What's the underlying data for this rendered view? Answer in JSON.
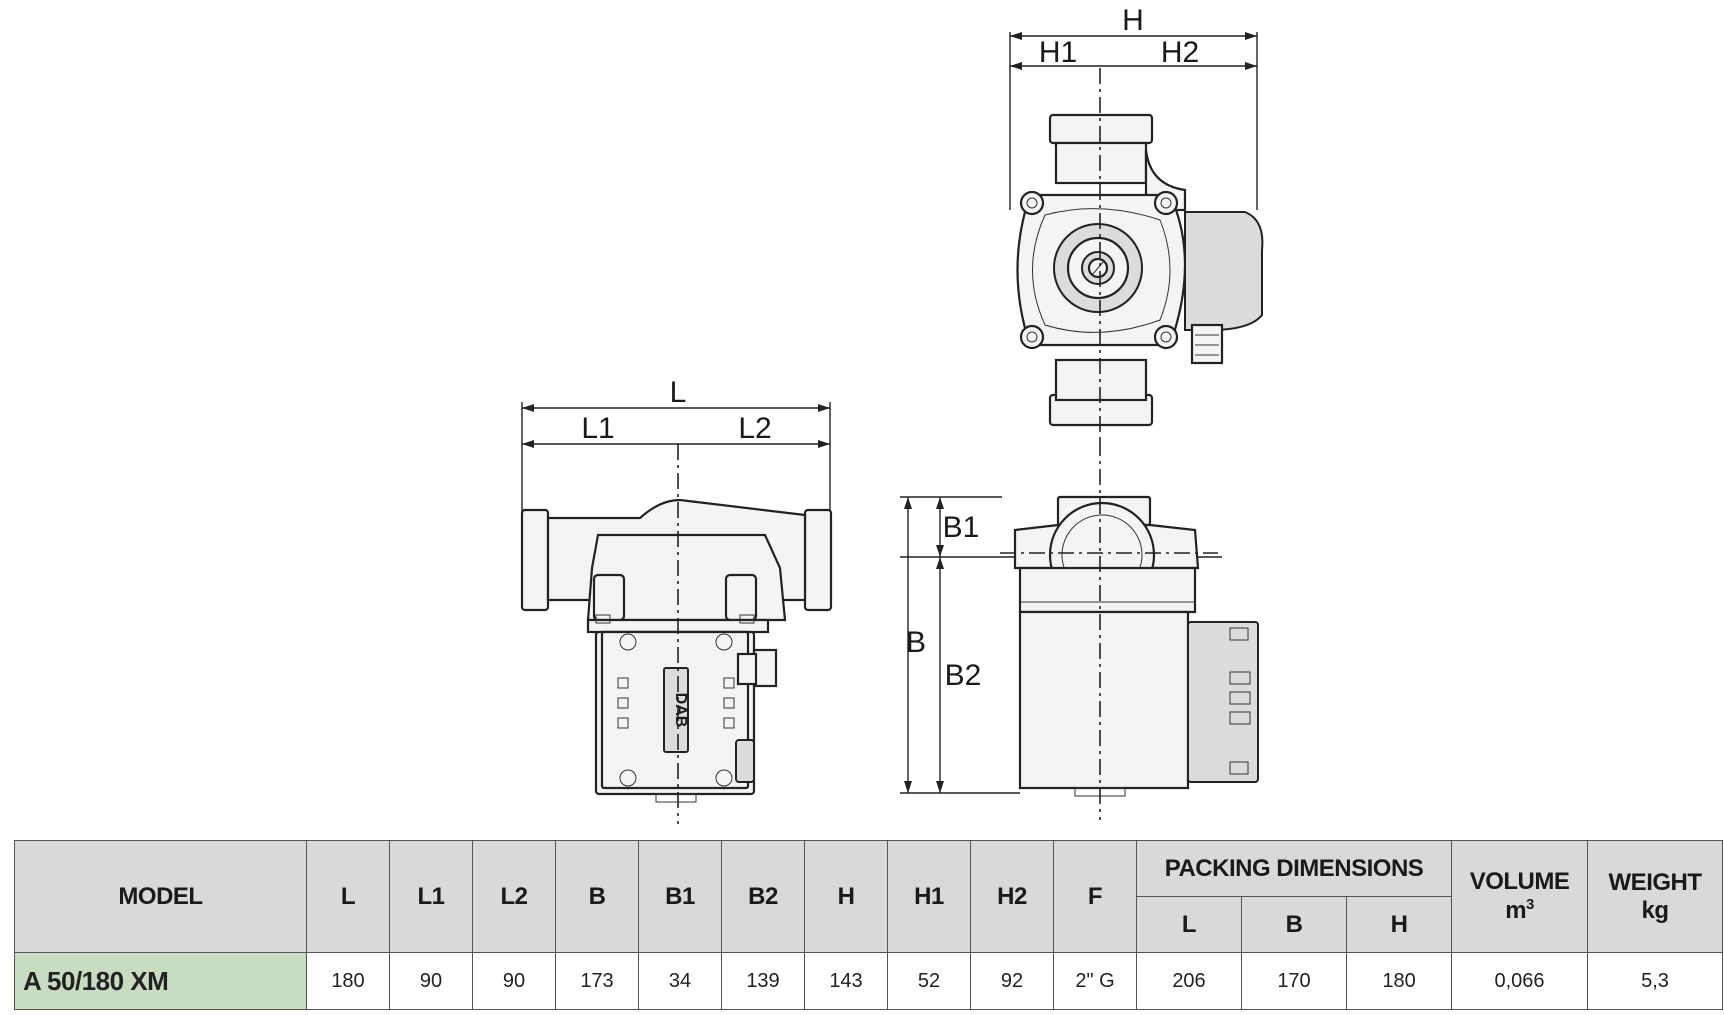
{
  "drawing": {
    "top_view": {
      "overall": "H",
      "left": "H1",
      "right": "H2"
    },
    "front_view": {
      "overall": "L",
      "left": "L1",
      "right": "L2"
    },
    "side_view": {
      "overall": "B",
      "top": "B1",
      "bottom": "B2"
    },
    "logo_text": "DAB"
  },
  "table": {
    "headers": {
      "model": "MODEL",
      "dims": [
        "L",
        "L1",
        "L2",
        "B",
        "B1",
        "B2",
        "H",
        "H1",
        "H2",
        "F"
      ],
      "packing": "PACKING DIMENSIONS",
      "packing_sub": [
        "L",
        "B",
        "H"
      ],
      "volume": "VOLUME",
      "volume_unit": "m",
      "volume_unit_sup": "3",
      "weight": "WEIGHT",
      "weight_unit": "kg"
    },
    "rows": [
      {
        "model": "A 50/180 XM",
        "dims": [
          "180",
          "90",
          "90",
          "173",
          "34",
          "139",
          "143",
          "52",
          "92",
          "2\" G"
        ],
        "packing": [
          "206",
          "170",
          "180"
        ],
        "volume": "0,066",
        "weight": "5,3"
      }
    ]
  }
}
